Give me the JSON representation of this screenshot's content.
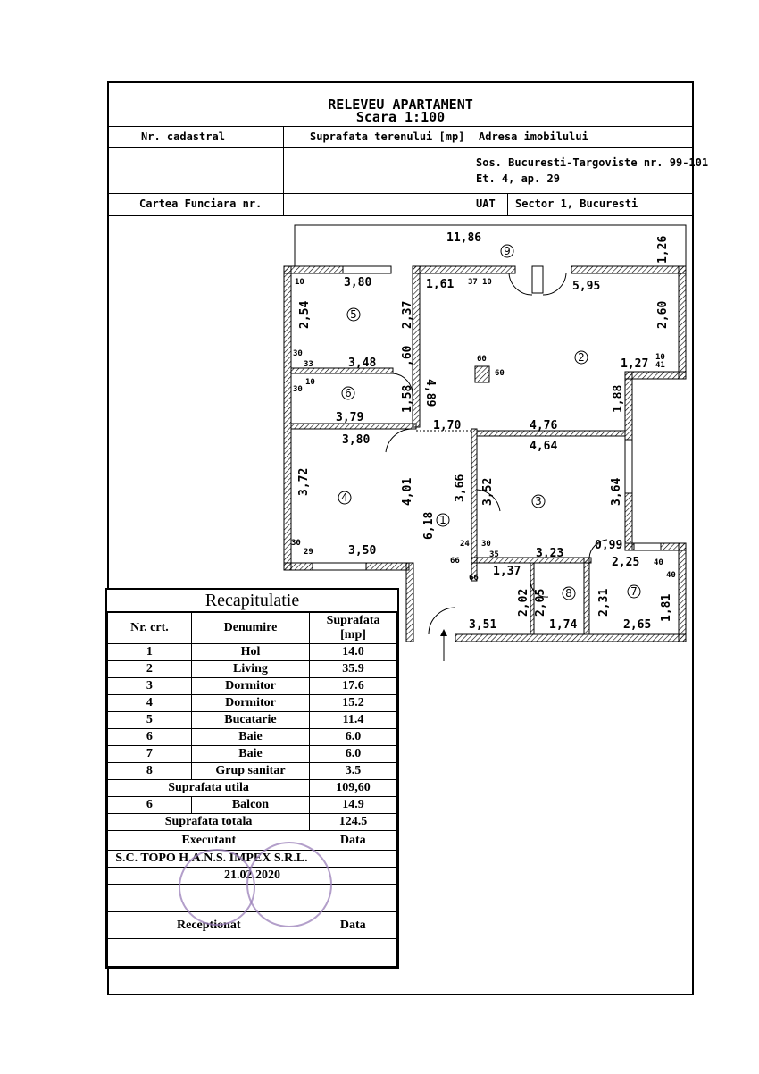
{
  "header": {
    "title": "RELEVEU APARTAMENT",
    "scale": "Scara 1:100",
    "nr_cadastral_label": "Nr. cadastral",
    "suprafata_label": "Suprafata terenului [mp]",
    "adresa_label": "Adresa imobilului",
    "adresa_line1": "Sos. Bucuresti-Targoviste nr. 99-101",
    "adresa_line2": "Et. 4, ap. 29",
    "carte_funciara_label": "Cartea Funciara nr.",
    "uat_label": "UAT",
    "uat_value": "Sector 1, Bucuresti"
  },
  "plan": {
    "dims": {
      "total_width": "11,86",
      "balcony_depth": "1,26",
      "r5_width": "3,80",
      "r5_height": "2,54",
      "r5_side": "2,37",
      "top_mid": "1,61",
      "top_right": "5,95",
      "right_top": "2,60",
      "r5_bottom": "3,48",
      "wall_60a": ",60",
      "height_489": "4,89",
      "col_60": "60",
      "col_60b": "60",
      "right_127": "1,27",
      "right_41": "41",
      "right_10": "10",
      "r6_door": "1,58",
      "r6_width": "3,79",
      "mid_170": "1,70",
      "mid_476": "4,76",
      "right_188": "1,88",
      "r4_width": "3,80",
      "r3_width": "4,64",
      "r4_height": "3,72",
      "r4_side": "4,01",
      "r1_366": "3,66",
      "r1_352": "3,52",
      "r3_height": "3,64",
      "r1_height": "6,18",
      "r3_bottom": "3,23",
      "r4_bottom": "3,50",
      "r3_099": "0,99",
      "r7_width": "2,25",
      "r8_137": "1,37",
      "r8_202": "2,02",
      "r8_205": "2,05",
      "r7_231": "2,31",
      "r7_181": "1,81",
      "r1_bottom": "3,51",
      "r8_width": "1,74",
      "r7_bottom": "2,65",
      "s10a": "10",
      "s10b": "10",
      "s10c": "10",
      "s37": "37",
      "s30a": "30",
      "s33": "33",
      "s30b": "30",
      "s30c": "30",
      "s29": "29",
      "s24": "24",
      "s30d": "30",
      "s35": "35",
      "s66a": "66",
      "s66b": "66",
      "s40a": "40",
      "s40b": "40"
    },
    "rooms": [
      "1",
      "2",
      "3",
      "4",
      "5",
      "6",
      "7",
      "8",
      "9"
    ]
  },
  "recap": {
    "title": "Recapitulatie",
    "headers": [
      "Nr. crt.",
      "Denumire",
      "Suprafata [mp]"
    ],
    "rows": [
      [
        "1",
        "Hol",
        "14.0"
      ],
      [
        "2",
        "Living",
        "35.9"
      ],
      [
        "3",
        "Dormitor",
        "17.6"
      ],
      [
        "4",
        "Dormitor",
        "15.2"
      ],
      [
        "5",
        "Bucatarie",
        "11.4"
      ],
      [
        "6",
        "Baie",
        "6.0"
      ],
      [
        "7",
        "Baie",
        "6.0"
      ],
      [
        "8",
        "Grup sanitar",
        "3.5"
      ]
    ],
    "util_label": "Suprafata utila",
    "util_value": "109,60",
    "balcon_nr": "6",
    "balcon_label": "Balcon",
    "balcon_value": "14.9",
    "total_label": "Suprafata totala",
    "total_value": "124.5",
    "executant_label": "Executant",
    "data_label": "Data",
    "company": "S.C. TOPO H.A.N.S. IMPEX S.R.L.",
    "date": "21.02.2020",
    "receptionat_label": "Receptionat",
    "data_label2": "Data"
  }
}
